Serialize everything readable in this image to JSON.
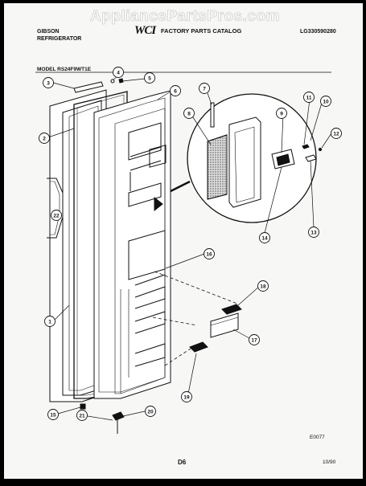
{
  "watermark": "AppliancePartsPros.com",
  "header": {
    "brand": "GIBSON",
    "product": "REFRIGERATOR",
    "logo": "WCI",
    "catalog": "FACTORY PARTS CATALOG",
    "catalog_number": "LG330590280"
  },
  "model_label": "MODEL RS24F9WT1E",
  "diagram_code": "E0077",
  "page_number": "D6",
  "date": "10/90",
  "callouts": [
    "1",
    "2",
    "3",
    "4",
    "5",
    "6",
    "7",
    "8",
    "9",
    "10",
    "11",
    "12",
    "13",
    "14",
    "15",
    "16",
    "17",
    "18",
    "19",
    "20",
    "21",
    "22"
  ]
}
